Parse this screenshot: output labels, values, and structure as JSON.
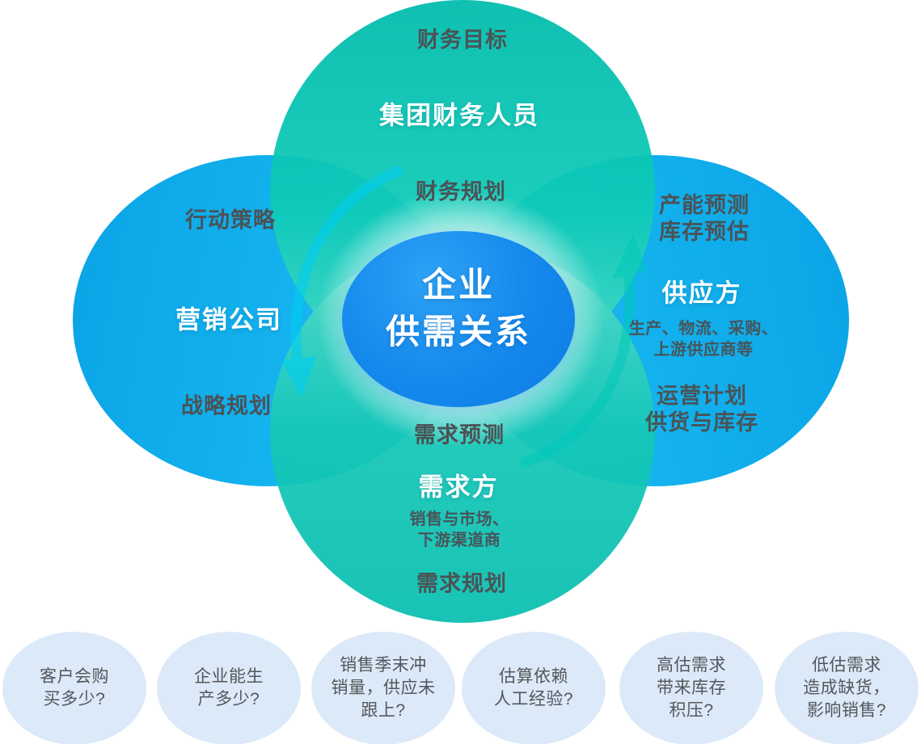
{
  "diagram_title": "企业供需关系",
  "colors": {
    "teal_petal": "#0cc4b3",
    "blue_petal": "#12b0ee",
    "center_ellipse": "#1488ec",
    "bubble_bg": "#dce9f8",
    "label_dark": "#4a5356",
    "label_white": "#ffffff",
    "arrow_cyan": "#00cdf2",
    "arrow_teal": "#00c9b8"
  },
  "center": {
    "line1": "企业",
    "line2": "供需关系"
  },
  "petals": {
    "top": {
      "outer_label": "财务目标",
      "role": "集团财务人员",
      "inner_label": "财务规划"
    },
    "left": {
      "outer_label": "行动策略",
      "role": "营销公司",
      "inner_label": "战略规划"
    },
    "right": {
      "outer_label_line1": "产能预测",
      "outer_label_line2": "库存预估",
      "role": "供应方",
      "desc_line1": "生产、物流、采购、",
      "desc_line2": "上游供应商等",
      "inner_label_line1": "运营计划",
      "inner_label_line2": "供货与库存"
    },
    "bottom": {
      "inner_label": "需求预测",
      "role": "需求方",
      "desc_line1": "销售与市场、",
      "desc_line2": "下游渠道商",
      "outer_label": "需求规划"
    }
  },
  "bubbles": [
    {
      "lines": [
        "客户会购",
        "买多少?"
      ]
    },
    {
      "lines": [
        "企业能生",
        "产多少?"
      ]
    },
    {
      "lines": [
        "销售季末冲",
        "销量，供应未",
        "跟上?"
      ]
    },
    {
      "lines": [
        "估算依赖",
        "人工经验?"
      ]
    },
    {
      "lines": [
        "高估需求",
        "带来库存",
        "积压?"
      ]
    },
    {
      "lines": [
        "低估需求",
        "造成缺货，",
        "影响销售?"
      ]
    }
  ]
}
